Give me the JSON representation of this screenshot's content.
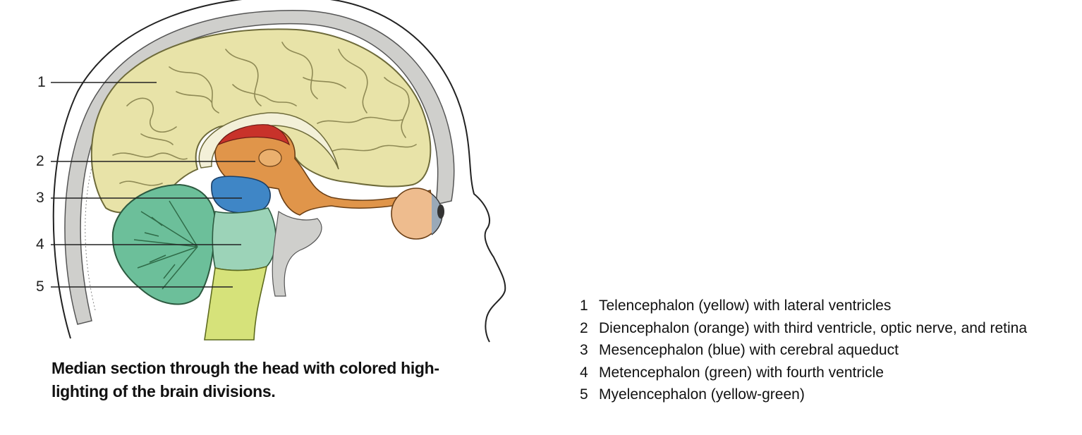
{
  "figure": {
    "callouts": [
      "1",
      "2",
      "3",
      "4",
      "5"
    ],
    "caption": "Median section through the head with colored high-lighting of the brain divisions.",
    "caption_line1": "Median section through the head with colored high-",
    "caption_line2": "lighting of the brain divisions.",
    "legend": [
      {
        "num": "1",
        "text": "Telencephalon (yellow) with lateral ventricles"
      },
      {
        "num": "2",
        "text": "Diencephalon (orange) with third ventricle, optic nerve, and retina"
      },
      {
        "num": "3",
        "text": "Mesencephalon (blue) with cerebral aqueduct"
      },
      {
        "num": "4",
        "text": "Metencephalon (green) with fourth ventricle"
      },
      {
        "num": "5",
        "text": "Myelencephalon (yellow-green)"
      }
    ],
    "colors": {
      "telencephalon": "#e8e3a8",
      "diencephalon": "#e0954a",
      "mesencephalon": "#3f86c6",
      "metencephalon": "#6cbf9a",
      "myelencephalon": "#d6e27a",
      "skull": "#c9c9c6",
      "corpus_callosum": "#c8322a"
    }
  }
}
